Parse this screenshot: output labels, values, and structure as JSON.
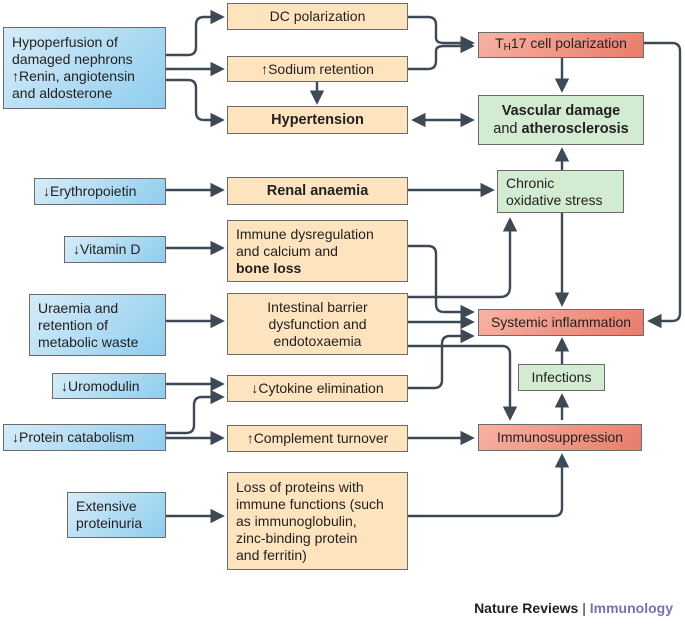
{
  "causes": {
    "hypoperfusion": [
      "Hypoperfusion of",
      "damaged nephrons",
      "↑Renin, angiotensin",
      "and aldosterone"
    ],
    "erythropoietin": "↓Erythropoietin",
    "vitamin_d": "↓Vitamin D",
    "uraemia": [
      "Uraemia and",
      "retention of",
      "metabolic waste"
    ],
    "uromodulin": "↓Uromodulin",
    "protein_catabolism": "↓Protein catabolism",
    "proteinuria": [
      "Extensive",
      "proteinuria"
    ]
  },
  "mechanisms": {
    "dc_polarization": "DC polarization",
    "sodium_retention": "↑Sodium retention",
    "hypertension": "Hypertension",
    "renal_anaemia": "Renal anaemia",
    "immune_dysregulation": [
      "Immune dysregulation",
      "and calcium and",
      "bone loss"
    ],
    "intestinal_barrier": [
      "Intestinal barrier",
      "dysfunction and",
      "endotoxaemia"
    ],
    "cytokine_elimination": "↓Cytokine elimination",
    "complement_turnover": "↑Complement turnover",
    "loss_of_proteins": [
      "Loss of proteins with",
      "immune functions (such",
      "as immunoglobulin,",
      "zinc-binding protein",
      "and ferritin)"
    ]
  },
  "outcomes": {
    "th17_prefix": "T",
    "th17_sub": "H",
    "th17_suffix": "17 cell polarization",
    "vascular_damage": [
      "Vascular damage",
      "and",
      "atherosclerosis"
    ],
    "oxidative_stress": [
      "Chronic",
      "oxidative stress"
    ],
    "systemic_inflammation": "Systemic inflammation",
    "infections": "Infections",
    "immunosuppression": "Immunosuppression"
  },
  "brand": {
    "journal": "Nature Reviews",
    "separator": "|",
    "section": "Immunology"
  },
  "colors": {
    "cause_box": "#8fcdee",
    "mechanism_box": "#fde4bf",
    "green_box": "#d3ebd0",
    "outcome_box": "#e97c6a",
    "arrow": "#3d4a55",
    "brand_accent": "#7a6fb0"
  }
}
